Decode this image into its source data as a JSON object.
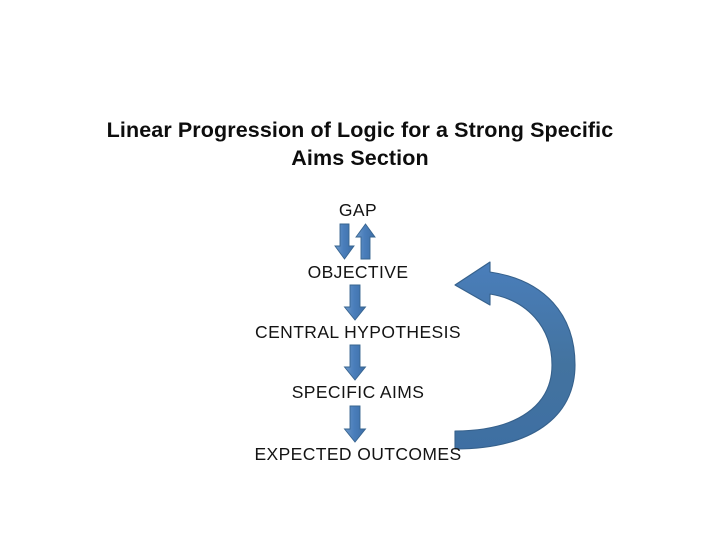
{
  "slide": {
    "background_color": "#ffffff",
    "title": "Linear Progression of Logic for a Strong Specific Aims Section"
  },
  "diagram": {
    "type": "flowchart",
    "accent_color": "#4A7EBB",
    "accent_outline_color": "#3A699E",
    "text_color": "#131313",
    "nodes": [
      {
        "id": "gap",
        "label": "GAP"
      },
      {
        "id": "objective",
        "label": "OBJECTIVE"
      },
      {
        "id": "hypothesis",
        "label": "CENTRAL HYPOTHESIS"
      },
      {
        "id": "aims",
        "label": "SPECIFIC AIMS"
      },
      {
        "id": "outcomes",
        "label": "EXPECTED OUTCOMES"
      }
    ],
    "connectors": [
      {
        "id": "gap-to-objective",
        "from": "gap",
        "to": "objective",
        "direction": "down",
        "style": "straight"
      },
      {
        "id": "objective-to-gap",
        "from": "objective",
        "to": "gap",
        "direction": "up",
        "style": "straight"
      },
      {
        "id": "objective-to-hypothesis",
        "from": "objective",
        "to": "hypothesis",
        "direction": "down",
        "style": "straight"
      },
      {
        "id": "hypothesis-to-aims",
        "from": "hypothesis",
        "to": "aims",
        "direction": "down",
        "style": "straight"
      },
      {
        "id": "aims-to-outcomes",
        "from": "aims",
        "to": "outcomes",
        "direction": "down",
        "style": "straight"
      },
      {
        "id": "outcomes-to-objective",
        "from": "outcomes",
        "to": "objective",
        "direction": "left",
        "style": "curved-feedback-loop"
      }
    ]
  }
}
